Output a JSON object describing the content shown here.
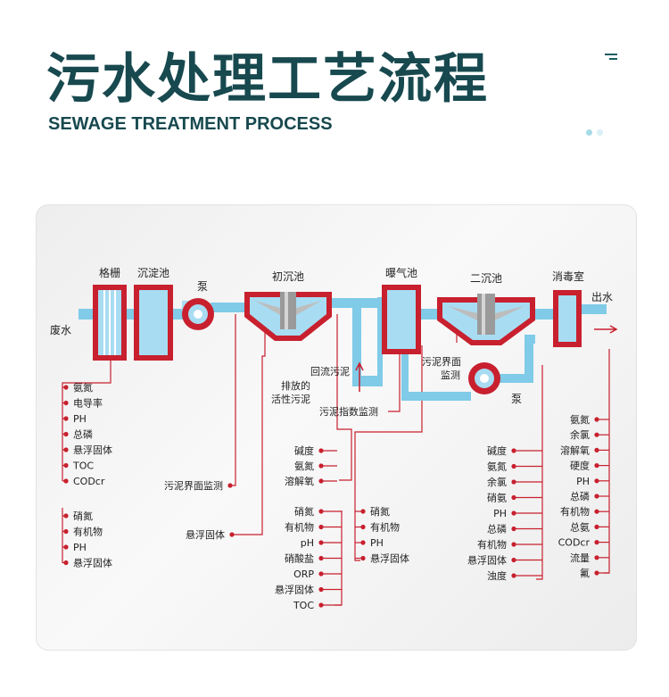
{
  "header": {
    "title": "污水处理工艺流程",
    "subtitle": "SEWAGE TREATMENT PROCESS"
  },
  "colors": {
    "title": "#17494f",
    "pipe": "#7fcbe8",
    "tank_border": "#d21e2e",
    "tank_fill": "#a8dcf2",
    "line": "#c8202e",
    "dot_active": "#a6dbe7",
    "dot_inactive": "#d9eff4"
  },
  "diagram": {
    "units": {
      "grid": "格栅",
      "settling": "沉淀池",
      "pump1": "泵",
      "primary": "初沉池",
      "aeration": "曝气池",
      "secondary": "二沉池",
      "disinfection": "消毒室",
      "pump2": "泵"
    },
    "flow": {
      "inlet": "废水",
      "outlet": "出水",
      "return_sludge": "回流污泥",
      "excess_line1": "排放的",
      "excess_line2": "活性污泥",
      "sludge_index": "污泥指数监测",
      "interface_line1": "污泥界面",
      "interface_line2": "监测"
    },
    "params": {
      "influent": [
        "氨氮",
        "电导率",
        "PH",
        "总磷",
        "悬浮固体",
        "TOC",
        "CODcr"
      ],
      "grid_bottom": [
        "硝氮",
        "有机物",
        "PH",
        "悬浮固体"
      ],
      "sludge_interface": "污泥界面监测",
      "suspended_solids": "悬浮固体",
      "aeration_upper": [
        "碱度",
        "氨氮",
        "溶解氧"
      ],
      "aeration_lower": [
        "硝氮",
        "有机物",
        "pH",
        "硝酸盐",
        "ORP",
        "悬浮固体",
        "TOC"
      ],
      "aeration_outlet": [
        "硝氮",
        "有机物",
        "PH",
        "悬浮固体"
      ],
      "secondary": [
        "碱度",
        "氨氮",
        "余氯",
        "硝氨",
        "PH",
        "总磷",
        "有机物",
        "悬浮固体",
        "浊度"
      ],
      "effluent": [
        "氨氮",
        "余氯",
        "溶解氧",
        "硬度",
        "PH",
        "总磷",
        "有机物",
        "总氨",
        "CODcr",
        "流量",
        "氟"
      ]
    }
  }
}
